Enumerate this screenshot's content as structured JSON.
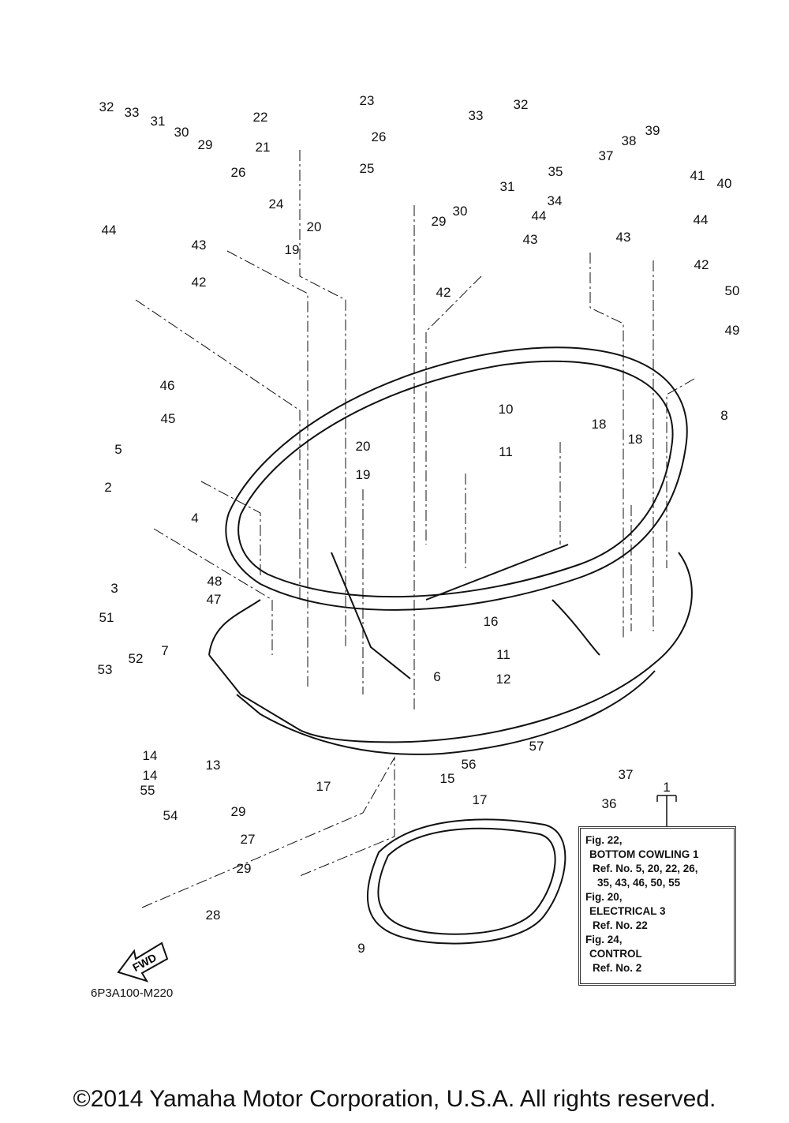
{
  "diagram": {
    "callouts": [
      "32",
      "33",
      "31",
      "30",
      "29",
      "26",
      "24",
      "44",
      "43",
      "42",
      "22",
      "23",
      "21",
      "26",
      "25",
      "20",
      "19",
      "33",
      "32",
      "31",
      "30",
      "29",
      "44",
      "43",
      "42",
      "39",
      "37",
      "38",
      "35",
      "34",
      "41",
      "40",
      "44",
      "43",
      "42",
      "50",
      "49",
      "8",
      "46",
      "45",
      "10",
      "18",
      "11",
      "18",
      "20",
      "19",
      "5",
      "2",
      "4",
      "3",
      "48",
      "47",
      "51",
      "7",
      "52",
      "53",
      "16",
      "11",
      "6",
      "12",
      "14",
      "14",
      "13",
      "17",
      "15",
      "17",
      "56",
      "57",
      "37",
      "36",
      "1",
      "55",
      "54",
      "29",
      "27",
      "29",
      "28",
      "9"
    ],
    "fwd_label": "FWD",
    "model_code": "6P3A100-M220",
    "legend": [
      {
        "text": "Fig. 22,",
        "indent": 0
      },
      {
        "text": "BOTTOM COWLING 1",
        "indent": 1
      },
      {
        "text": "Ref. No. 5, 20, 22, 26,",
        "indent": 2
      },
      {
        "text": "35, 43, 46, 50, 55",
        "indent": 3
      },
      {
        "text": "Fig. 20,",
        "indent": 0
      },
      {
        "text": "ELECTRICAL 3",
        "indent": 1
      },
      {
        "text": "Ref. No. 22",
        "indent": 2
      },
      {
        "text": "Fig. 24,",
        "indent": 0
      },
      {
        "text": "CONTROL",
        "indent": 1
      },
      {
        "text": "Ref. No. 2",
        "indent": 2
      }
    ],
    "copyright": "©2014 Yamaha Motor Corporation, U.S.A. All rights reserved."
  }
}
